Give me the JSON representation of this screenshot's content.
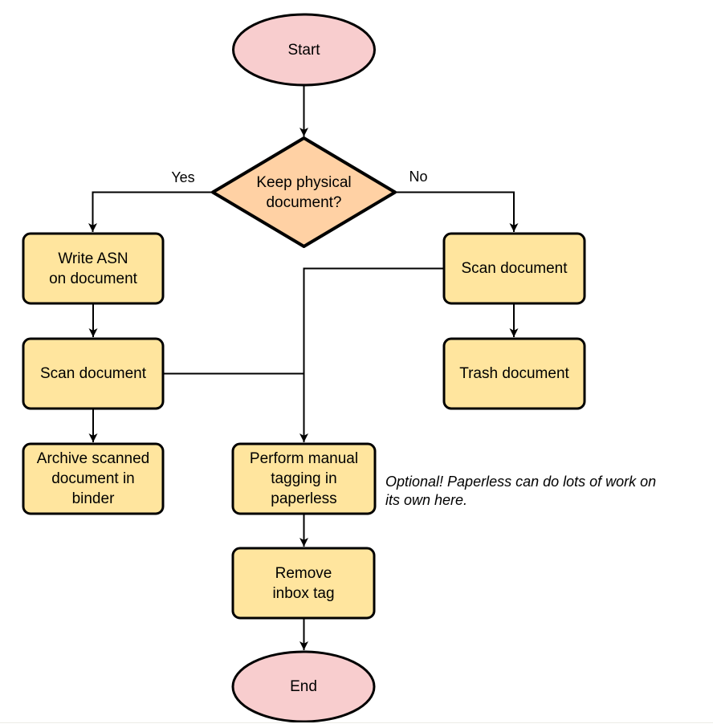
{
  "colors": {
    "terminal_fill": "#f8cdce",
    "decision_fill": "#ffd1a4",
    "process_fill": "#ffe59e",
    "stroke": "#000000"
  },
  "nodes": {
    "start": {
      "label": "Start"
    },
    "decision": {
      "label": "Keep physical\ndocument?"
    },
    "write_asn": {
      "label": "Write ASN\non document"
    },
    "scan_left": {
      "label": "Scan document"
    },
    "archive": {
      "label": "Archive scanned\ndocument in\nbinder"
    },
    "scan_right": {
      "label": "Scan document"
    },
    "trash": {
      "label": "Trash document"
    },
    "tagging": {
      "label": "Perform manual\ntagging in\npaperless"
    },
    "remove_tag": {
      "label": "Remove\ninbox tag"
    },
    "end": {
      "label": "End"
    }
  },
  "edges": {
    "yes_label": "Yes",
    "no_label": "No"
  },
  "annotation": {
    "text": "Optional! Paperless can do lots of work on\nits own here."
  }
}
